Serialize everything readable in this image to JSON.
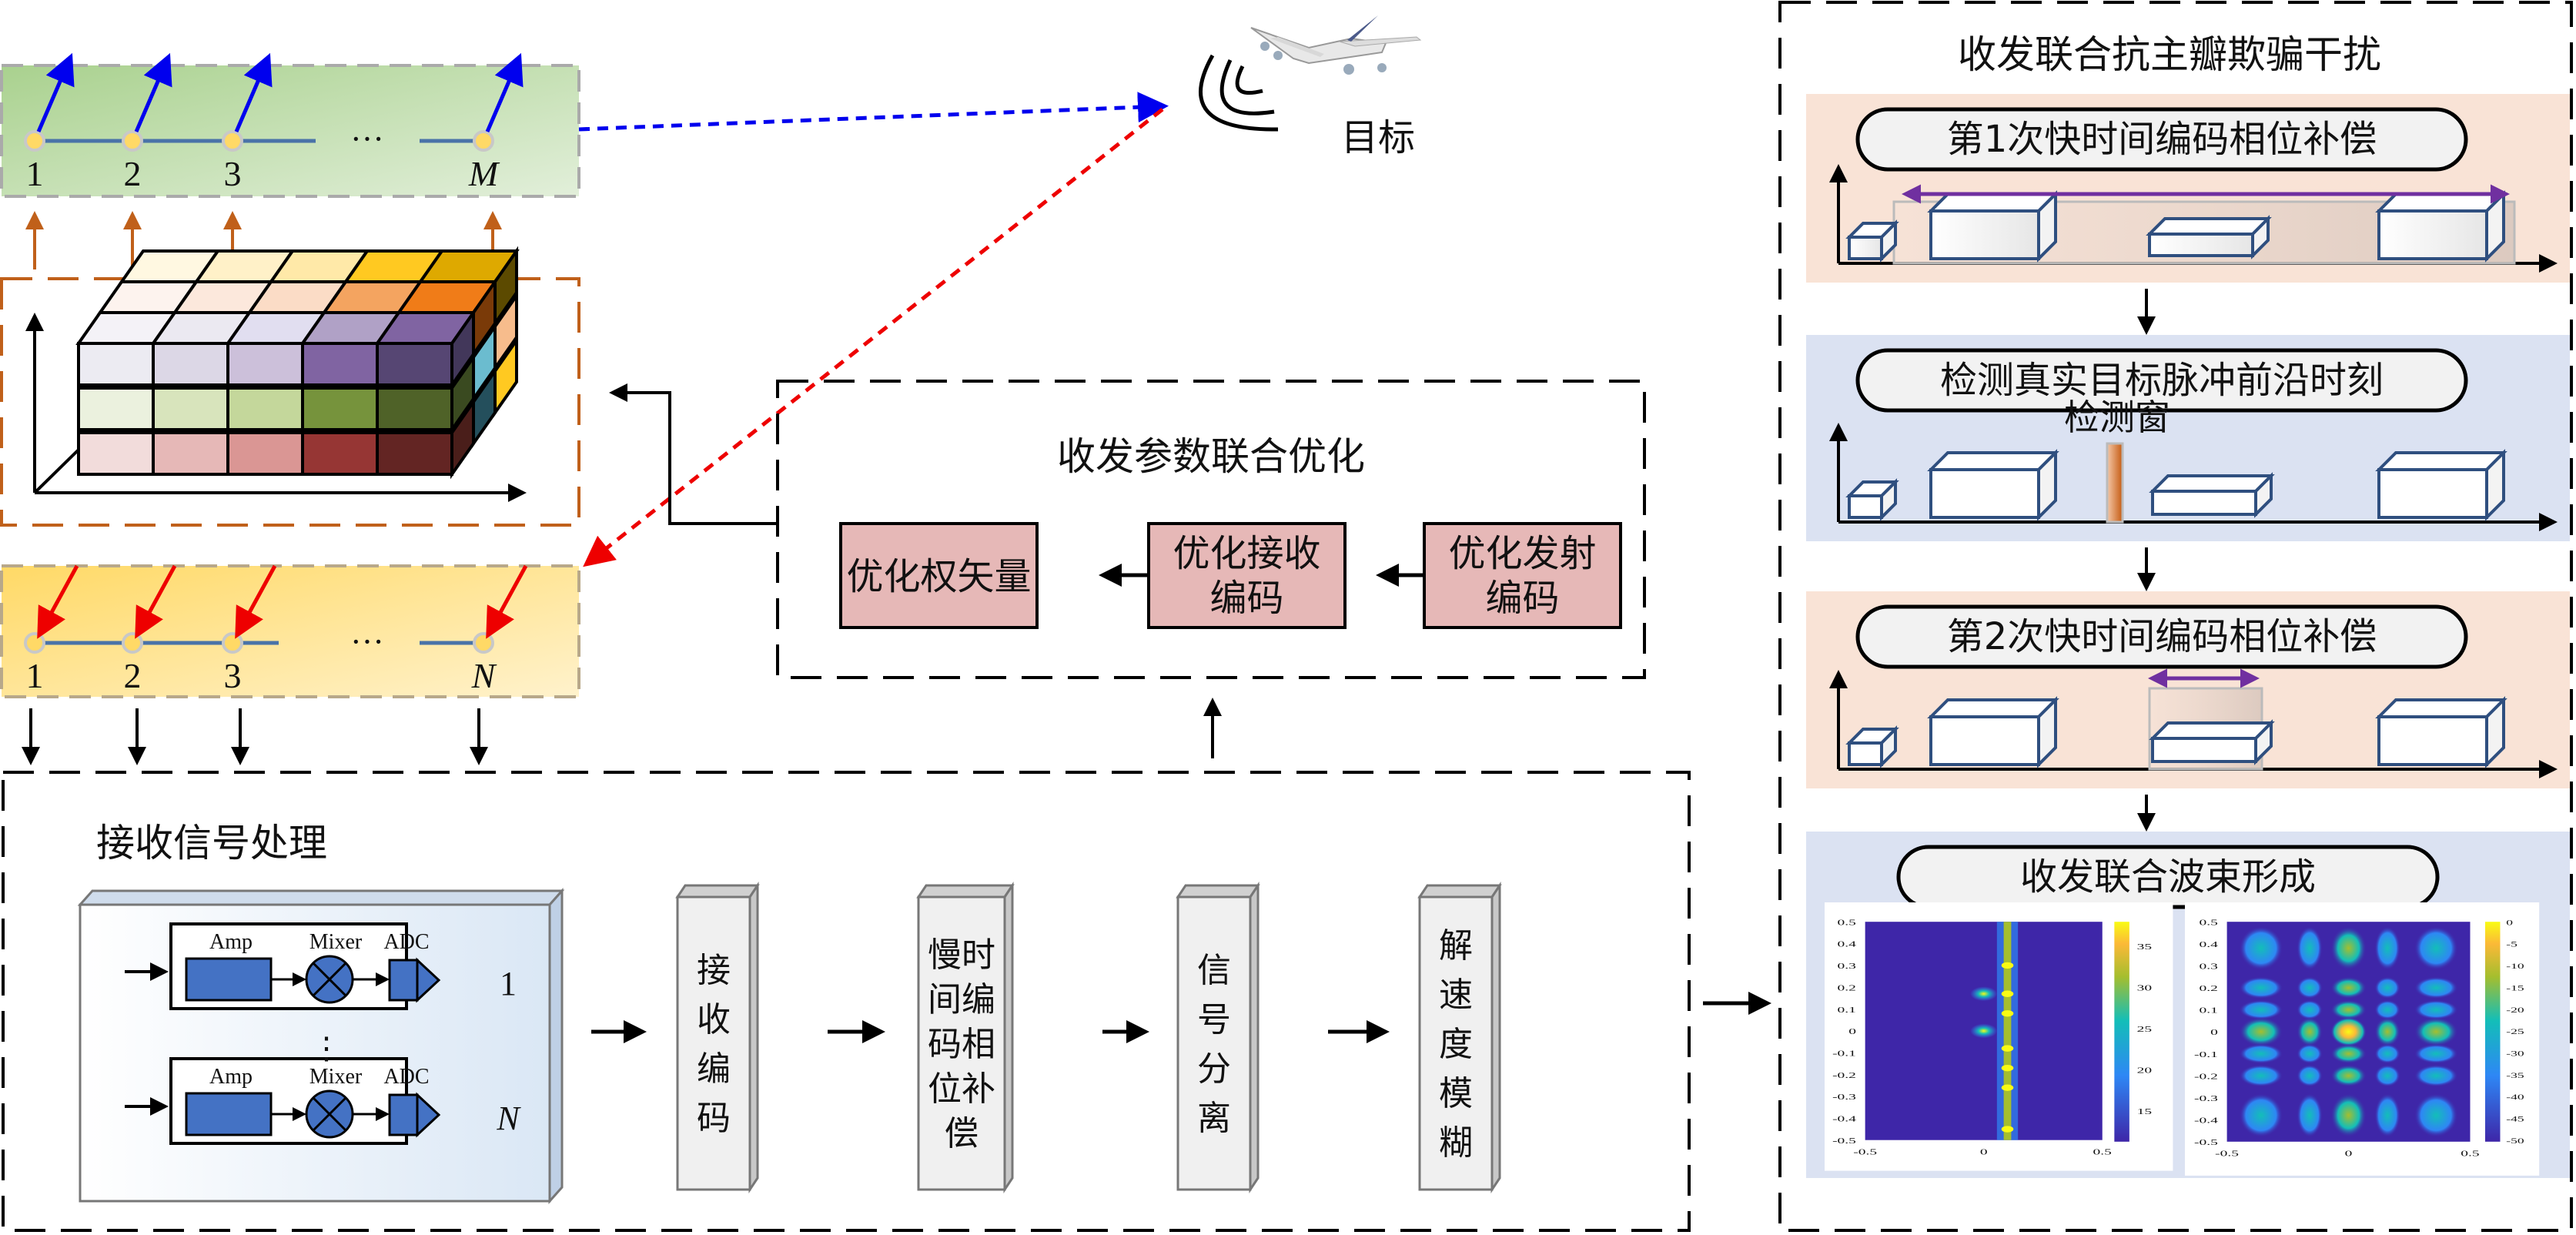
{
  "tx_array": {
    "element_labels": [
      "1",
      "2",
      "3",
      "M"
    ],
    "ellipsis": "···"
  },
  "rx_array": {
    "element_labels": [
      "1",
      "2",
      "3",
      "N"
    ],
    "ellipsis": "···"
  },
  "target": {
    "label": "目标"
  },
  "optimization": {
    "title": "收发参数联合优化",
    "boxes": [
      {
        "label_line1": "优化权矢量",
        "label_line2": ""
      },
      {
        "label_line1": "优化接收",
        "label_line2": "编码"
      },
      {
        "label_line1": "优化发射",
        "label_line2": "编码"
      }
    ]
  },
  "rx_processing": {
    "title": "接收信号处理",
    "channels": [
      {
        "index": "1",
        "amp": "Amp",
        "mixer": "Mixer",
        "adc": "ADC"
      },
      {
        "index": "N",
        "amp": "Amp",
        "mixer": "Mixer",
        "adc": "ADC"
      }
    ],
    "ellipsis": "⋮",
    "steps": [
      {
        "chars": [
          "接",
          "收",
          "编",
          "码"
        ]
      },
      {
        "chars": [
          "慢时",
          "间编",
          "码相",
          "位补",
          "偿"
        ]
      },
      {
        "chars": [
          "信",
          "号",
          "分",
          "离"
        ]
      },
      {
        "chars": [
          "解",
          "速",
          "度",
          "模",
          "糊"
        ]
      }
    ]
  },
  "anti_jamming": {
    "title": "收发联合抗主瓣欺骗干扰",
    "stages": [
      {
        "label": "第1次快时间编码相位补偿",
        "bg": "#f9e3d6"
      },
      {
        "label": "检测真实目标脉冲前沿时刻",
        "bg": "#dbe2f2",
        "window_label": "检测窗"
      },
      {
        "label": "第2次快时间编码相位补偿",
        "bg": "#f9e3d6"
      },
      {
        "label": "收发联合波束形成",
        "bg": "#dbe2f2"
      }
    ]
  },
  "colors": {
    "tx_arrow": "#0000ee",
    "rx_arrow": "#ee0000",
    "orange_link": "#c0601a",
    "purple_arrow": "#7030a0",
    "box_outline": "#2f4f7f",
    "opt_box_fill": "#e6b8b7",
    "pill_fill": "#f2f2f2",
    "detect_window": "#c55a11"
  },
  "chart_data": [
    {
      "type": "heatmap",
      "title": "",
      "xlabel": "",
      "ylabel": "",
      "xlim": [
        -0.5,
        0.5
      ],
      "ylim": [
        -0.5,
        0.5
      ],
      "xticks": [
        "-0.5",
        "0",
        "0.5"
      ],
      "yticks": [
        "0.5",
        "0.4",
        "0.3",
        "0.2",
        "0.1",
        "0",
        "-0.1",
        "-0.2",
        "-0.3",
        "-0.4",
        "-0.5"
      ],
      "colorbar_ticks": [
        "35",
        "30",
        "25",
        "20",
        "15"
      ],
      "description": "narrow vertical ridge at x≈0.1 with peaks along y; side spots at (0,0.17) and (0,0)",
      "ridge_x": 0.1,
      "ridge_peaks_y": [
        0.3,
        0.17,
        0.08,
        -0.08,
        -0.17,
        -0.26,
        -0.45
      ],
      "side_spots": [
        {
          "x": 0.0,
          "y": 0.17
        },
        {
          "x": 0.0,
          "y": 0.0
        }
      ]
    },
    {
      "type": "heatmap",
      "title": "",
      "xlabel": "",
      "ylabel": "",
      "xlim": [
        -0.5,
        0.5
      ],
      "ylim": [
        -0.5,
        0.5
      ],
      "xticks": [
        "-0.5",
        "0",
        "0.5"
      ],
      "yticks": [
        "0.5",
        "0.4",
        "0.3",
        "0.2",
        "0.1",
        "0",
        "-0.1",
        "-0.2",
        "-0.3",
        "-0.4",
        "-0.5"
      ],
      "colorbar_ticks": [
        "0",
        "-5",
        "-10",
        "-15",
        "-20",
        "-25",
        "-30",
        "-35",
        "-40",
        "-45",
        "-50"
      ],
      "description": "5x7 grid of lobes, main lobe at (0,0)",
      "lobe_x": [
        -0.36,
        -0.16,
        0.0,
        0.16,
        0.36
      ],
      "lobe_y": [
        0.38,
        0.2,
        0.1,
        0.0,
        -0.1,
        -0.2,
        -0.38
      ],
      "peak_db": 0
    }
  ]
}
